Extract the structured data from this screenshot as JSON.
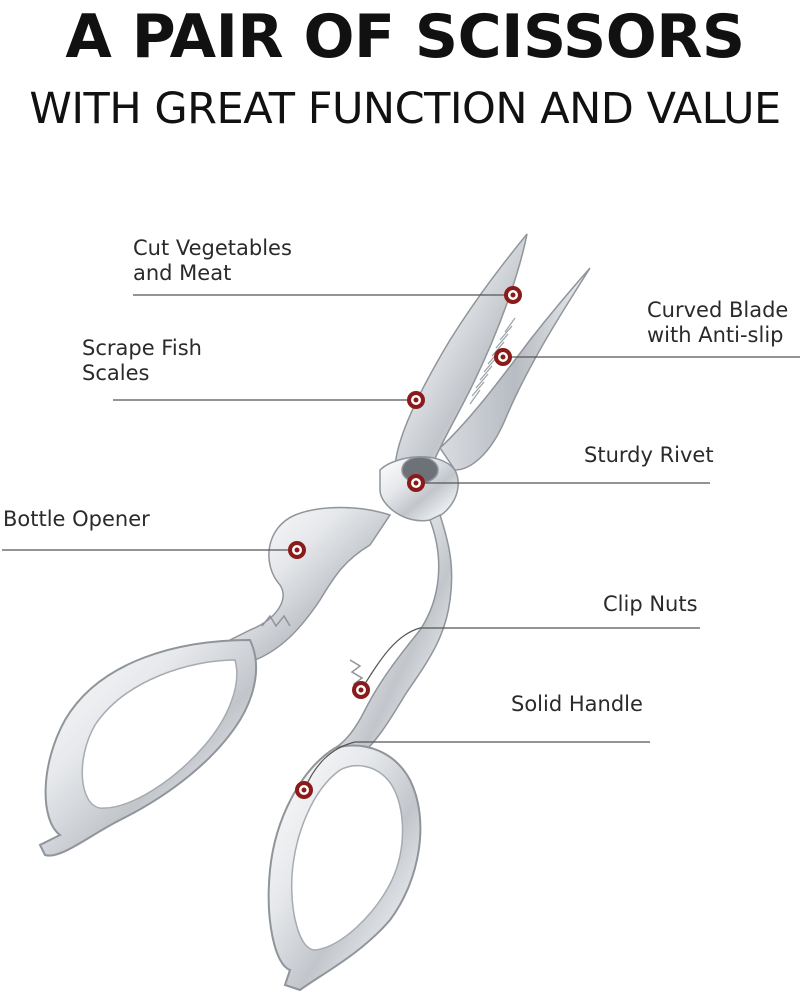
{
  "header": {
    "title": "A PAIR OF SCISSORS",
    "subtitle": "WITH GREAT FUNCTION AND VALUE"
  },
  "callouts": [
    {
      "label": "Cut Vegetables\nand Meat"
    },
    {
      "label": "Curved Blade\nwith Anti-slip"
    },
    {
      "label": "Scrape Fish\nScales"
    },
    {
      "label": "Sturdy Rivet"
    },
    {
      "label": "Bottle Opener"
    },
    {
      "label": "Clip Nuts"
    },
    {
      "label": "Solid Handle"
    }
  ],
  "colors": {
    "marker": "#8b1a1a",
    "line": "#555555",
    "metal_light": "#f2f3f5",
    "metal_dark": "#9aa0a6"
  }
}
